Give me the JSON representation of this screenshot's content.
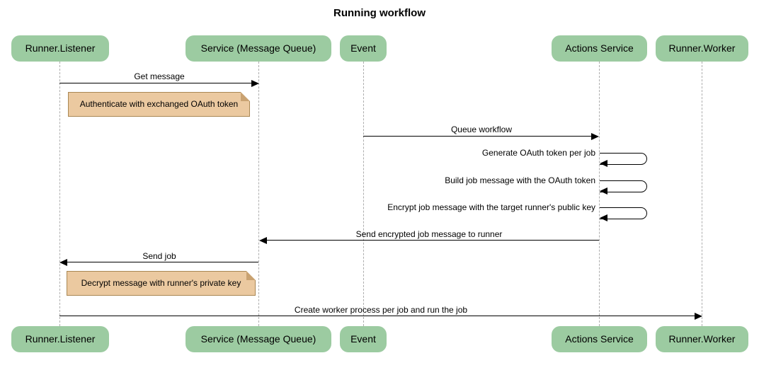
{
  "title": "Running workflow",
  "participants": [
    {
      "name": "Runner.Listener"
    },
    {
      "name": "Service (Message Queue)"
    },
    {
      "name": "Event"
    },
    {
      "name": "Actions Service"
    },
    {
      "name": "Runner.Worker"
    }
  ],
  "messages": [
    {
      "label": "Get message",
      "from": "Runner.Listener",
      "to": "Service (Message Queue)",
      "type": "solid-arrow"
    },
    {
      "label": "Queue workflow",
      "from": "Event",
      "to": "Actions Service",
      "type": "solid-arrow"
    },
    {
      "label": "Generate OAuth token per job",
      "from": "Actions Service",
      "to": "Actions Service",
      "type": "self"
    },
    {
      "label": "Build job message with the OAuth token",
      "from": "Actions Service",
      "to": "Actions Service",
      "type": "self"
    },
    {
      "label": "Encrypt job message with the target runner's public key",
      "from": "Actions Service",
      "to": "Actions Service",
      "type": "self"
    },
    {
      "label": "Send encrypted job message to runner",
      "from": "Actions Service",
      "to": "Service (Message Queue)",
      "type": "solid-arrow"
    },
    {
      "label": "Send job",
      "from": "Service (Message Queue)",
      "to": "Runner.Listener",
      "type": "solid-arrow"
    },
    {
      "label": "Create worker process per job and run the job",
      "from": "Runner.Listener",
      "to": "Runner.Worker",
      "type": "solid-arrow"
    }
  ],
  "notes": [
    {
      "text": "Authenticate with exchanged OAuth token",
      "anchor": "Runner.Listener"
    },
    {
      "text": "Decrypt message with runner's private key",
      "anchor": "Runner.Listener"
    }
  ],
  "colors": {
    "participant_fill": "#9CCBA1",
    "note_fill": "#EBC9A0",
    "note_border": "#A98753",
    "lifeline": "#ADADAD",
    "arrow": "#000000",
    "background": "#FFFFFF"
  }
}
